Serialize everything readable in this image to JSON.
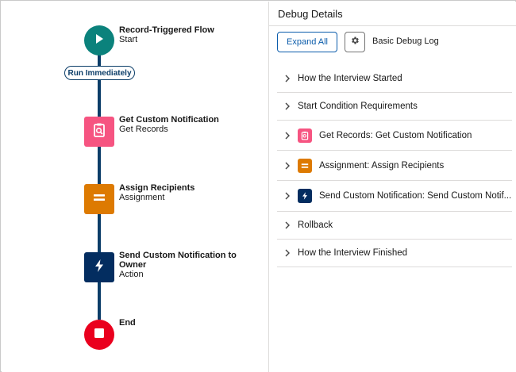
{
  "canvas": {
    "trigger_pill": "Run Immediately",
    "nodes": [
      {
        "title": "Record-Triggered Flow",
        "subtitle": "Start",
        "color": "#0b827c",
        "icon": "play-icon"
      },
      {
        "title": "Get Custom Notification",
        "subtitle": "Get Records",
        "color": "#f65481",
        "icon": "clipboard-search-icon"
      },
      {
        "title": "Assign Recipients",
        "subtitle": "Assignment",
        "color": "#dd7a01",
        "icon": "assignment-equals-icon"
      },
      {
        "title": "Send Custom Notification to Owner",
        "subtitle": "Action",
        "color": "#032d60",
        "icon": "lightning-bolt-icon"
      },
      {
        "title": "End",
        "subtitle": "",
        "color": "#ea001e",
        "icon": "stop-icon"
      }
    ]
  },
  "panel": {
    "title": "Debug Details",
    "expand_all_label": "Expand All",
    "gear_icon": "gear-icon",
    "debug_log_label": "Basic Debug Log",
    "sections": [
      {
        "label": "How the Interview Started"
      },
      {
        "label": "Start Condition Requirements"
      },
      {
        "label": "Get Records: Get Custom Notification",
        "icon": "clipboard-search-icon",
        "color": "#f65481"
      },
      {
        "label": "Assignment: Assign Recipients",
        "icon": "assignment-equals-icon",
        "color": "#dd7a01"
      },
      {
        "label": "Send Custom Notification: Send Custom Notif...",
        "icon": "lightning-bolt-icon",
        "color": "#032d60"
      },
      {
        "label": "Rollback"
      },
      {
        "label": "How the Interview Finished"
      }
    ]
  }
}
